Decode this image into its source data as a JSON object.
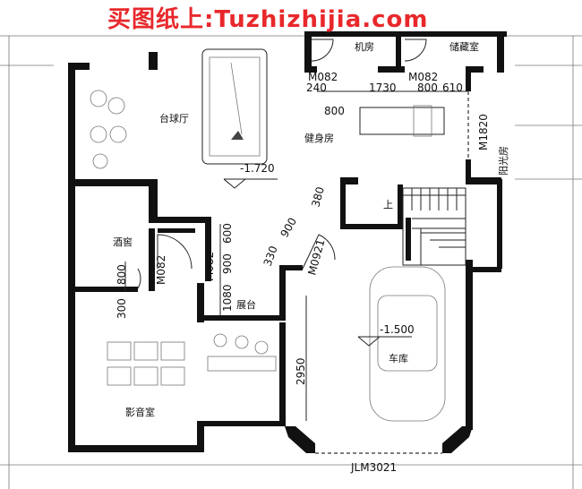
{
  "watermark": "买图纸上:Tuzhizhijia.com",
  "rooms": {
    "billiard": "台球厅",
    "machine": "机房",
    "storage": "储藏室",
    "gym": "健身房",
    "sunroom": "阳光房",
    "wine": "酒窖",
    "display": "展台",
    "theater": "影音室",
    "garage": "车库",
    "up": "上"
  },
  "levels": {
    "upper": "-1.720",
    "garage": "-1.500"
  },
  "doors": {
    "m082_machine": "M082",
    "m082_storage": "M082",
    "m082_wine": "M082",
    "m082_display": "M082",
    "m0921": "M0921",
    "m1820": "M1820",
    "jlm3021": "JLM3021"
  },
  "dimensions": {
    "d240": "240",
    "d1730": "1730",
    "d800_top": "800",
    "d610": "610",
    "d800_below": "800",
    "d380": "380",
    "d900": "900",
    "d330": "330",
    "d600": "600",
    "d900_v": "900",
    "d800_wine": "800",
    "d300": "300",
    "d1080": "1080",
    "d2950": "2950"
  }
}
